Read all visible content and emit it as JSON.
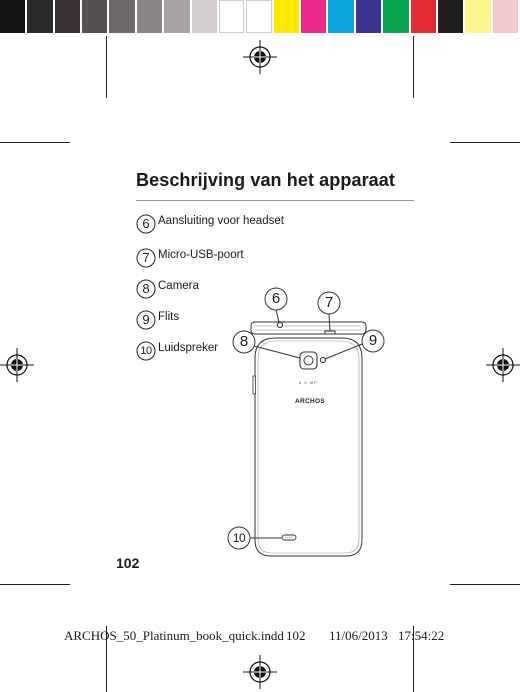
{
  "color_bar": {
    "swatches": [
      "#141414",
      "#2b2b2b",
      "#3b3333",
      "#545050",
      "#6e6868",
      "#8b8585",
      "#a9a2a2",
      "#d3cdcd",
      "#ffffff",
      "#ffffff",
      "#ffe900",
      "#ee2a8a",
      "#09a6e0",
      "#3a338f",
      "#09a653",
      "#e62a32",
      "#221f1f",
      "#fff68f",
      "#f2c9cc"
    ]
  },
  "page": {
    "title": "Beschrijving van het apparaat",
    "page_number": "102"
  },
  "legend": [
    {
      "number": "6",
      "label": "Aansluiting voor headset"
    },
    {
      "number": "7",
      "label": "Micro-USB-poort"
    },
    {
      "number": "8",
      "label": "Camera"
    },
    {
      "number": "9",
      "label": "Flits"
    },
    {
      "number": "10",
      "label": "Luidspreker"
    }
  ],
  "device": {
    "camera_label": "8.0 MP",
    "brand": "ARCHOS",
    "callouts": [
      "6",
      "7",
      "8",
      "9",
      "10"
    ]
  },
  "footer": {
    "filename": "ARCHOS_50_Platinum_book_quick.indd",
    "page": "102",
    "date": "11/06/2013",
    "time": "17:54:22"
  }
}
